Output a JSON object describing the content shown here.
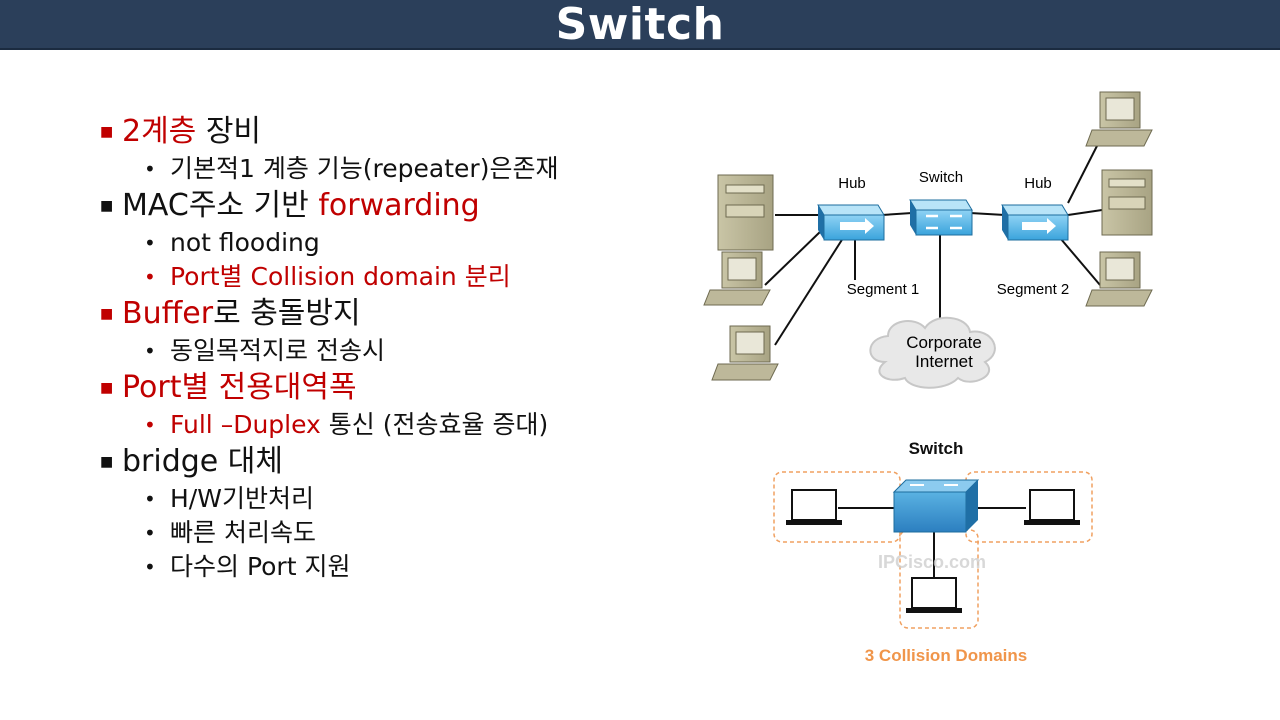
{
  "title": "Switch",
  "bullets": {
    "b1_red": "2계층",
    "b1_rest": " 장비",
    "b1_s1": "기본적1 계층 기능(repeater)은존재",
    "b2_rest": "MAC주소 기반 ",
    "b2_red": "forwarding",
    "b2_s1": "not flooding",
    "b2_s2": "Port별 Collision domain 분리",
    "b3_red": "Buffer",
    "b3_rest": "로 충돌방지",
    "b3_s1": "동일목적지로 전송시",
    "b4_red": "Port별 전용대역폭",
    "b4_s1_red": "Full –Duplex",
    "b4_s1_rest": " 통신 (전송효율 증대)",
    "b5": "bridge 대체",
    "b5_s1": "H/W기반처리",
    "b5_s2": "빠른 처리속도",
    "b5_s3": "다수의 Port 지원"
  },
  "diagram_top": {
    "hub_left": "Hub",
    "switch": "Switch",
    "hub_right": "Hub",
    "segment1": "Segment 1",
    "segment2": "Segment 2",
    "cloud_line1": "Corporate",
    "cloud_line2": "Internet"
  },
  "diagram_bottom": {
    "switch": "Switch",
    "watermark": "IPCisco.com",
    "caption": "3 Collision Domains"
  },
  "colors": {
    "title_bg": "#2b3f5a",
    "red": "#c00000",
    "device_blue": "#2a8fd0",
    "domain_orange": "#f0a060"
  }
}
